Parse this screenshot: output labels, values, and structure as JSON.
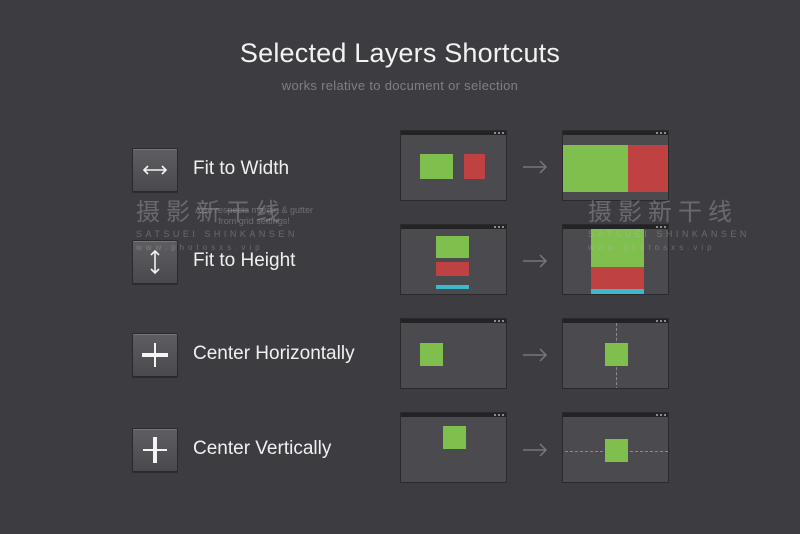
{
  "header": {
    "title": "Selected Layers Shortcuts",
    "subtitle": "works relative to document or selection"
  },
  "colors": {
    "background": "#3d3d41",
    "panel": "#4b4b4f",
    "green": "#7fbf4d",
    "red": "#bf4141",
    "cyan": "#3fb8c9"
  },
  "shortcuts": [
    {
      "label": "Fit to Width",
      "icon": "arrows-horizontal-icon"
    },
    {
      "label": "Fit to Height",
      "icon": "arrows-vertical-icon"
    },
    {
      "label": "Center Horizontally",
      "icon": "center-horizontal-icon"
    },
    {
      "label": "Center Vertically",
      "icon": "center-vertical-icon"
    }
  ],
  "hint": {
    "line1": "Also respects margin & gutter",
    "line2": "from grid settings!"
  },
  "watermark": {
    "cn": "摄影新干线",
    "en": "SATSUEI SHINKANSEN",
    "url": "www.photosxs.vip"
  }
}
